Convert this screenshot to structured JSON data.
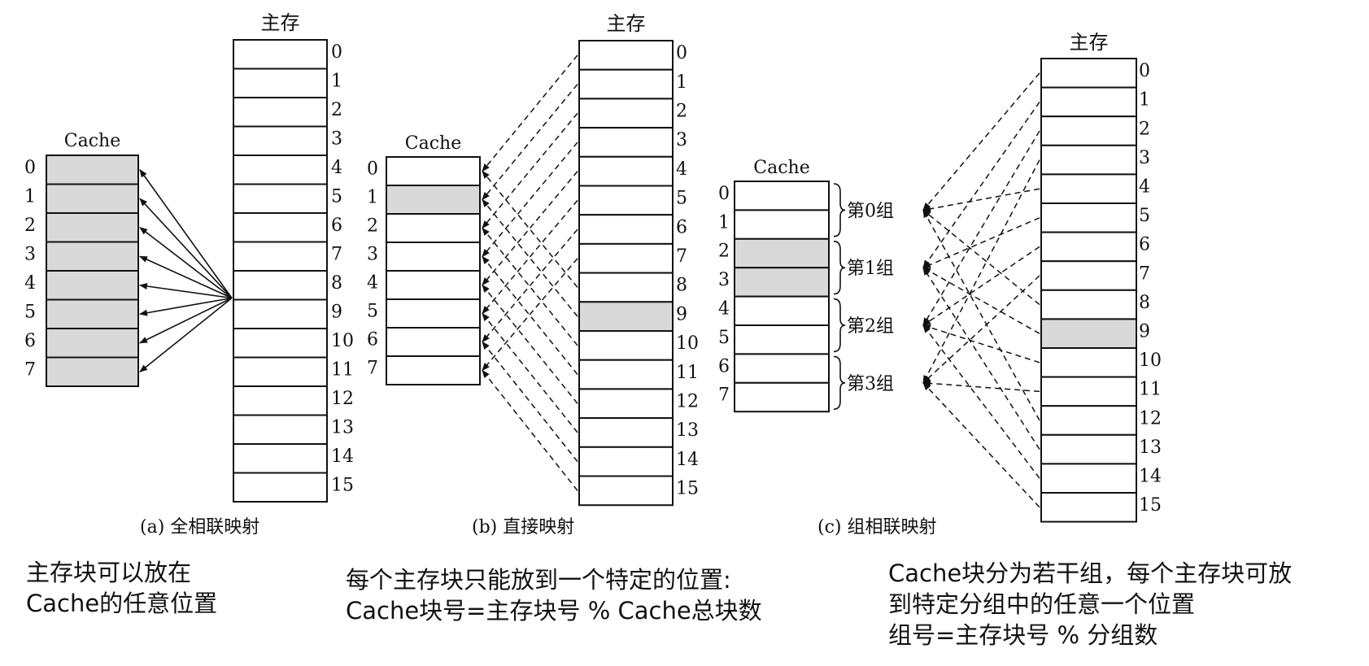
{
  "diagrams": [
    {
      "key": "a",
      "cache_title": "Cache",
      "memory_title": "主存",
      "cache_rows": [
        "0",
        "1",
        "2",
        "3",
        "4",
        "5",
        "6",
        "7"
      ],
      "memory_rows": [
        "0",
        "1",
        "2",
        "3",
        "4",
        "5",
        "6",
        "7",
        "8",
        "9",
        "10",
        "11",
        "12",
        "13",
        "14",
        "15"
      ],
      "highlight_cache": [
        0,
        1,
        2,
        3,
        4,
        5,
        6,
        7
      ],
      "highlight_memory": [],
      "mapping": "memory block 9 may map to any cache line 0–7",
      "label": "(a) 全相联映射"
    },
    {
      "key": "b",
      "cache_title": "Cache",
      "memory_title": "主存",
      "cache_rows": [
        "0",
        "1",
        "2",
        "3",
        "4",
        "5",
        "6",
        "7"
      ],
      "memory_rows": [
        "0",
        "1",
        "2",
        "3",
        "4",
        "5",
        "6",
        "7",
        "8",
        "9",
        "10",
        "11",
        "12",
        "13",
        "14",
        "15"
      ],
      "highlight_cache": [
        1
      ],
      "highlight_memory": [
        9
      ],
      "mapping": "memory block i maps to cache line i % 8",
      "label": "(b) 直接映射"
    },
    {
      "key": "c",
      "cache_title": "Cache",
      "memory_title": "主存",
      "cache_rows": [
        "0",
        "1",
        "2",
        "3",
        "4",
        "5",
        "6",
        "7"
      ],
      "memory_rows": [
        "0",
        "1",
        "2",
        "3",
        "4",
        "5",
        "6",
        "7",
        "8",
        "9",
        "10",
        "11",
        "12",
        "13",
        "14",
        "15"
      ],
      "groups": [
        "第0组",
        "第1组",
        "第2组",
        "第3组"
      ],
      "highlight_cache": [
        2,
        3
      ],
      "highlight_memory": [
        9
      ],
      "mapping": "memory block i maps to group i % 4",
      "label": "(c) 组相联映射"
    }
  ],
  "captions": {
    "a": [
      "主存块可以放在",
      "Cache的任意位置"
    ],
    "b": [
      "每个主存块只能放到一个特定的位置:",
      "Cache块号=主存块号 % Cache总块数"
    ],
    "c": [
      "Cache块分为若干组，每个主存块可放",
      "到特定分组中的任意一个位置",
      "组号=主存块号 % 分组数"
    ]
  },
  "colors": {
    "highlight": "#d9d9d9",
    "line": "#111111"
  }
}
